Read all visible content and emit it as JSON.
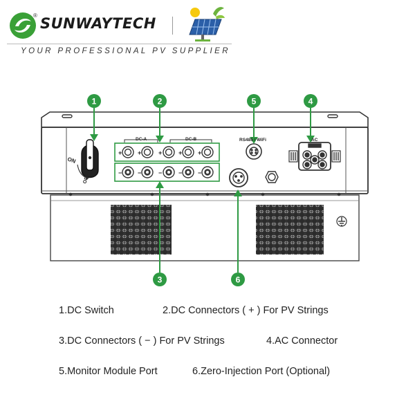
{
  "header": {
    "brand": "SUNWAYTECH",
    "registered": "®",
    "tagline": "YOUR PROFESSIONAL PV SUPPLIER"
  },
  "device": {
    "switch_on": "ON",
    "switch_off": "OFF",
    "dc_a": "DC-A",
    "dc_b": "DC-B",
    "port_label": "RS485 / WiFi",
    "ac_label": "AC",
    "plus": "+",
    "minus": "−"
  },
  "callouts": [
    "1",
    "2",
    "3",
    "4",
    "5",
    "6"
  ],
  "legend": [
    "1.DC Switch",
    "2.DC Connectors ( + ) For PV Strings",
    "3.DC Connectors ( − ) For PV Strings",
    "4.AC Connector",
    "5.Monitor Module Port",
    "6.Zero-Injection Port (Optional)"
  ],
  "colors": {
    "callout_green": "#2e9a43",
    "outline": "#333333",
    "brand_green": "#3aa037"
  }
}
